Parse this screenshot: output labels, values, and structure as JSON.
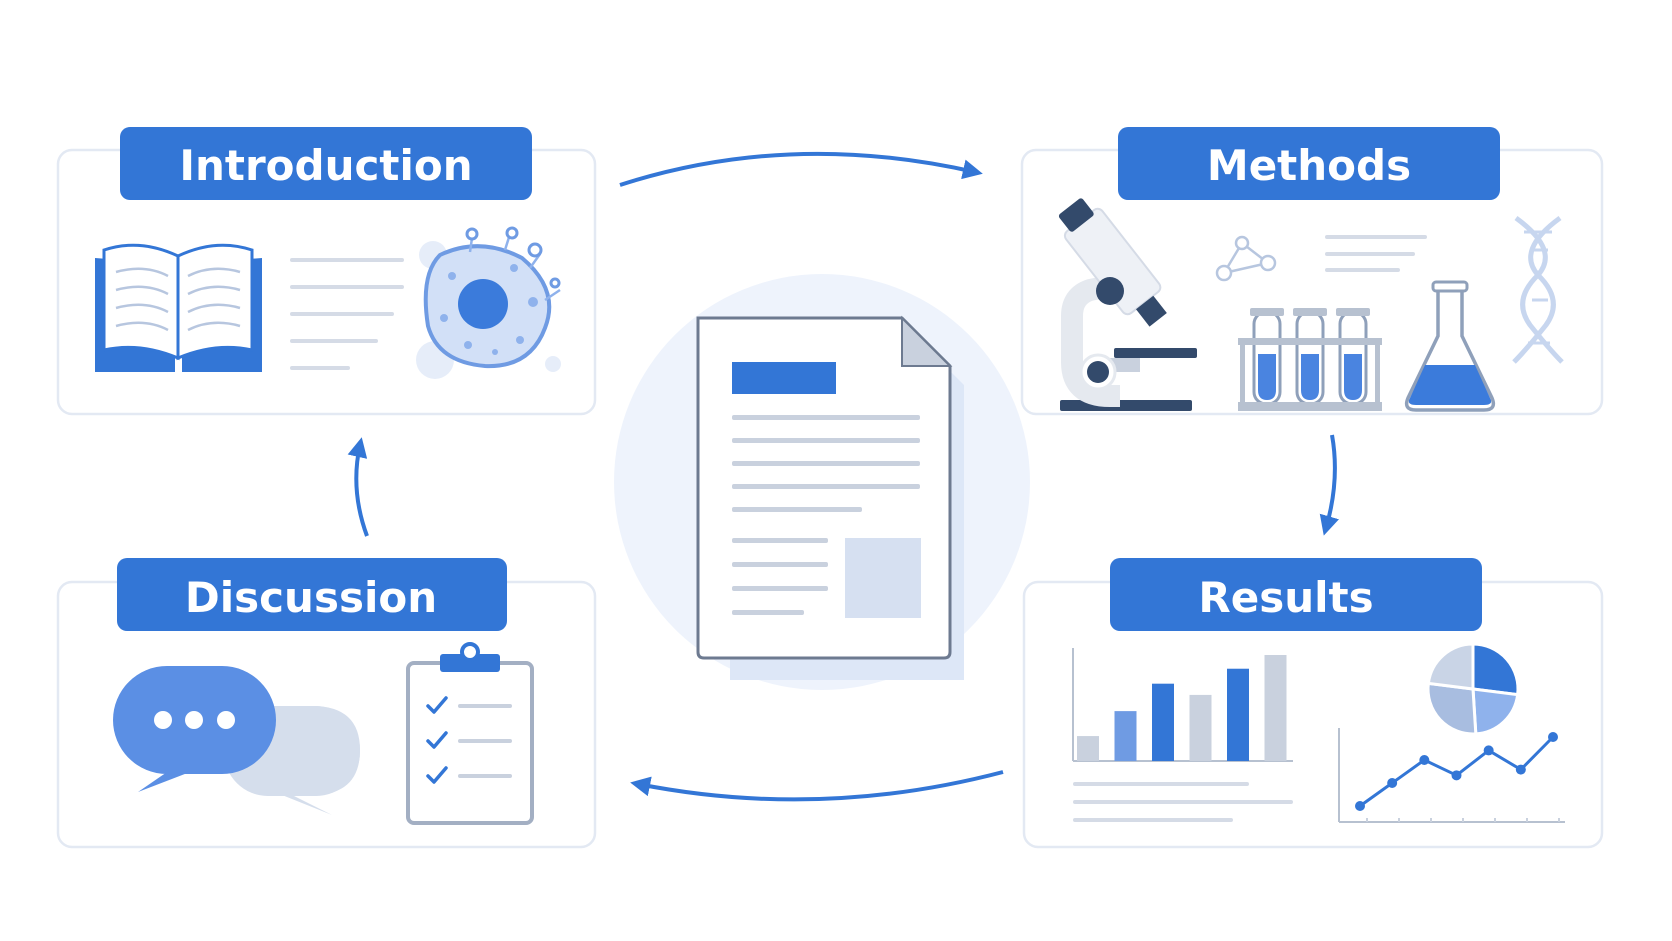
{
  "sections": {
    "introduction": {
      "title": "Introduction"
    },
    "methods": {
      "title": "Methods"
    },
    "results": {
      "title": "Results"
    },
    "discussion": {
      "title": "Discussion"
    }
  },
  "colors": {
    "accent": "#3376d6",
    "accent_light": "#6f9be3",
    "card_border": "#e3e9f3",
    "line_gray": "#d5dbe6",
    "navy": "#334a6b",
    "halo": "#eef3fc"
  },
  "icons": {
    "introduction": [
      "open-book-icon",
      "cell-icon"
    ],
    "methods": [
      "microscope-icon",
      "molecule-icon",
      "test-tube-rack-icon",
      "flask-icon",
      "dna-icon"
    ],
    "results": [
      "bar-chart-icon",
      "pie-chart-icon",
      "line-chart-icon"
    ],
    "discussion": [
      "chat-bubble-icon",
      "clipboard-checklist-icon"
    ],
    "center": [
      "paper-document-icon"
    ]
  },
  "results_figures": {
    "bar_chart": {
      "values": [
        2,
        4,
        6.2,
        5.3,
        7.4,
        8.5
      ]
    },
    "line_chart": {
      "values": [
        1,
        2.2,
        3.4,
        2.6,
        3.9,
        2.9,
        4.6
      ]
    },
    "pie_chart": {
      "slices": [
        0.27,
        0.22,
        0.28,
        0.23
      ]
    }
  }
}
